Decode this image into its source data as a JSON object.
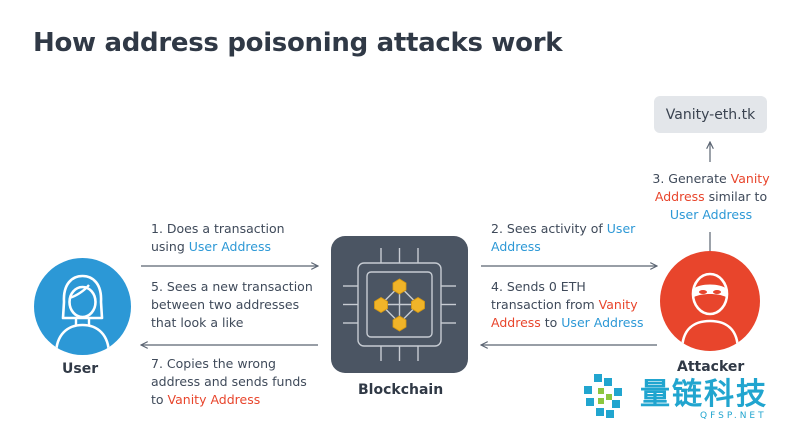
{
  "title": "How address poisoning attacks work",
  "vanity_site": "Vanity-eth.tk",
  "labels": {
    "user": "User",
    "blockchain": "Blockchain",
    "attacker": "Attacker"
  },
  "steps": {
    "s1": {
      "l1": "1. Does a transaction",
      "l2_plain": "using ",
      "l2_highlight": "User Address"
    },
    "s2": {
      "l1_plain": "2. Sees activity of ",
      "l1_highlight": "User",
      "l2_highlight": "Address"
    },
    "s3": {
      "l1_plain": "3. Generate ",
      "l1_highlight": "Vanity",
      "l2_highlight": "Address",
      "l2_plain": " similar to",
      "l3_highlight": "User Address"
    },
    "s4": {
      "l1": "4. Sends 0 ETH",
      "l2_plain": "transaction from ",
      "l2_highlight": "Vanity",
      "l3_highlight1": "Address",
      "l3_plain": " to ",
      "l3_highlight2": "User Address"
    },
    "s5": {
      "l1": "5. Sees a new transaction",
      "l2": "between two addresses",
      "l3": "that look a like"
    },
    "s7": {
      "l1": "7. Copies the wrong",
      "l2": "address and sends funds",
      "l3_plain": "to ",
      "l3_highlight": "Vanity Address"
    }
  },
  "watermark": {
    "text": "量链科技",
    "sub": "QFSP.NET"
  },
  "colors": {
    "blue": "#2c98d6",
    "red": "#e8452c",
    "dark": "#303946",
    "chain_box": "#4b5563",
    "node_gold": "#f0b429",
    "vanity_bg": "#e3e6ea"
  },
  "icons": {
    "user": "user-avatar-icon",
    "attacker": "masked-attacker-icon",
    "blockchain": "blockchain-chip-icon"
  }
}
